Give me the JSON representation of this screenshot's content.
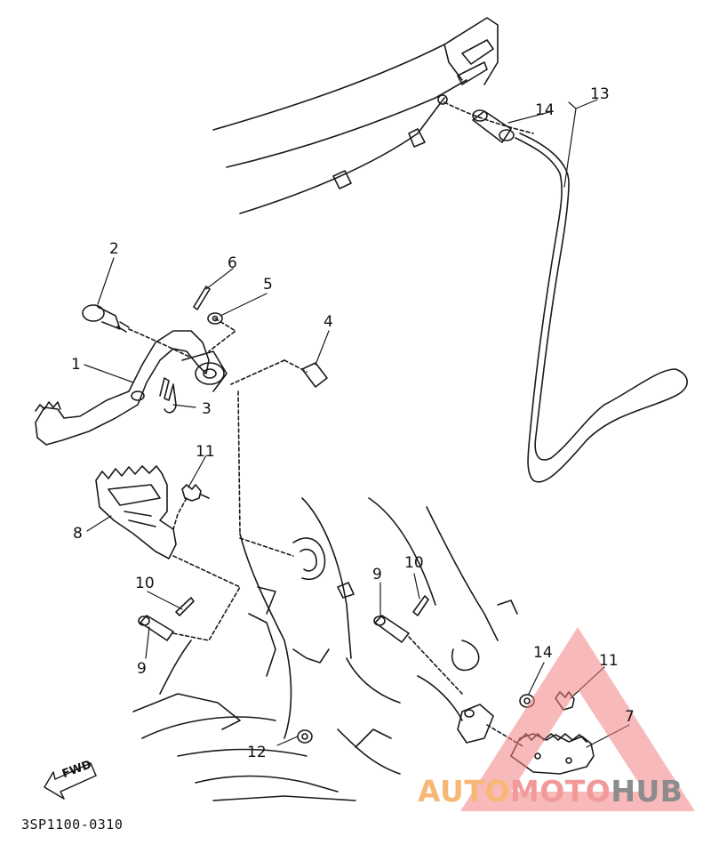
{
  "diagram": {
    "code": "3SP1100-0310",
    "fwd_label": "FWD",
    "callouts": [
      {
        "id": "c1",
        "label": "1"
      },
      {
        "id": "c2",
        "label": "2"
      },
      {
        "id": "c3",
        "label": "3"
      },
      {
        "id": "c4",
        "label": "4"
      },
      {
        "id": "c5",
        "label": "5"
      },
      {
        "id": "c6",
        "label": "6"
      },
      {
        "id": "c7",
        "label": "7"
      },
      {
        "id": "c8",
        "label": "8"
      },
      {
        "id": "c9a",
        "label": "9"
      },
      {
        "id": "c9b",
        "label": "9"
      },
      {
        "id": "c10a",
        "label": "10"
      },
      {
        "id": "c10b",
        "label": "10"
      },
      {
        "id": "c11a",
        "label": "11"
      },
      {
        "id": "c11b",
        "label": "11"
      },
      {
        "id": "c12",
        "label": "12"
      },
      {
        "id": "c13",
        "label": "13"
      },
      {
        "id": "c14a",
        "label": "14"
      },
      {
        "id": "c14b",
        "label": "14"
      }
    ]
  },
  "watermark": {
    "part1": "AUTO",
    "part2": "MOTO",
    "part3": "HUB",
    "colors": {
      "auto": "#f7b876",
      "moto": "#f29a9a",
      "hub": "#8c8c8c",
      "triangle": "#f08080"
    }
  }
}
